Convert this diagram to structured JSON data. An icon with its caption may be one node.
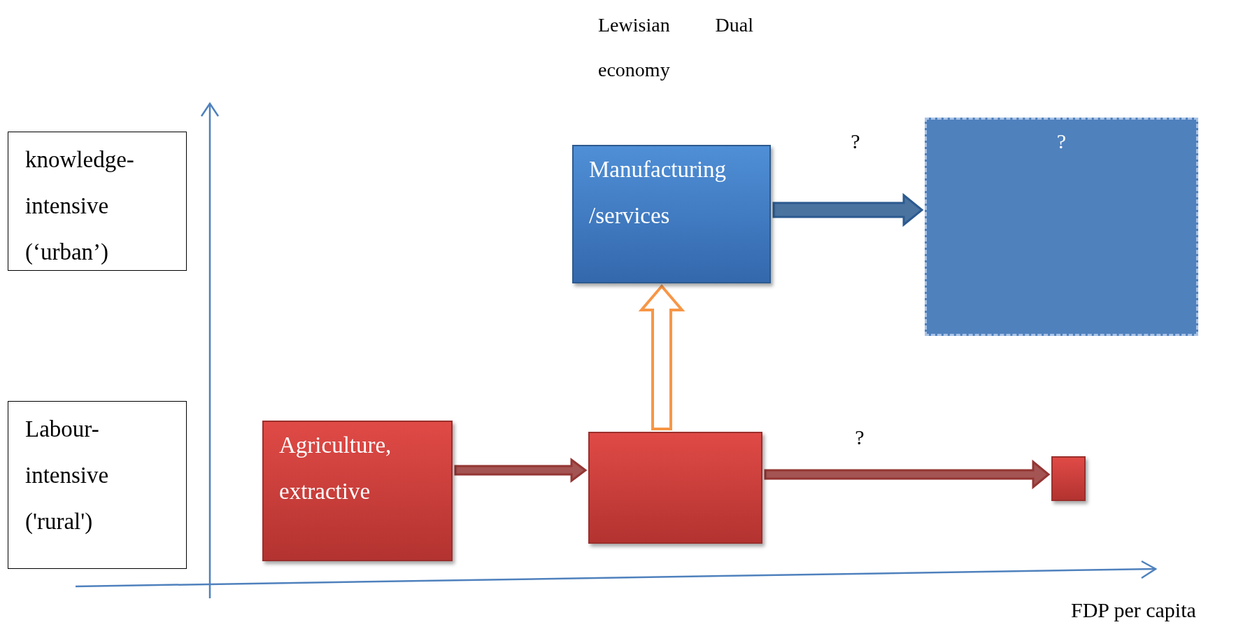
{
  "diagram": {
    "title": "Lewisian Dual economy",
    "nodes": [
      {
        "text": [
          "knowledge-intensive (‘urban’)"
        ]
      },
      {
        "text": [
          "Labour-intensive ('rural')"
        ]
      },
      {
        "text": [
          "Manufacturing /services"
        ]
      },
      {
        "text": [
          "?"
        ]
      },
      {
        "text": [
          "Agriculture, extractive"
        ]
      },
      {
        "text": [],
        "shape": "box"
      },
      {
        "text": [],
        "shape": "box"
      }
    ],
    "edges": [
      {
        "from": 4,
        "to": 5,
        "arrow": "to",
        "style": "thick",
        "color": "#943634"
      },
      {
        "from": 5,
        "to": 2,
        "arrow": "to",
        "style": "thick",
        "color": "#f79646"
      },
      {
        "from": 5,
        "to": 6,
        "arrow": "to",
        "label": "?",
        "style": "thick",
        "color": "#943634"
      },
      {
        "from": 2,
        "to": 3,
        "arrow": "to",
        "label": "?",
        "style": "thick",
        "color": "#2c5a8f"
      }
    ],
    "labels": [
      "FDP per capita"
    ]
  }
}
